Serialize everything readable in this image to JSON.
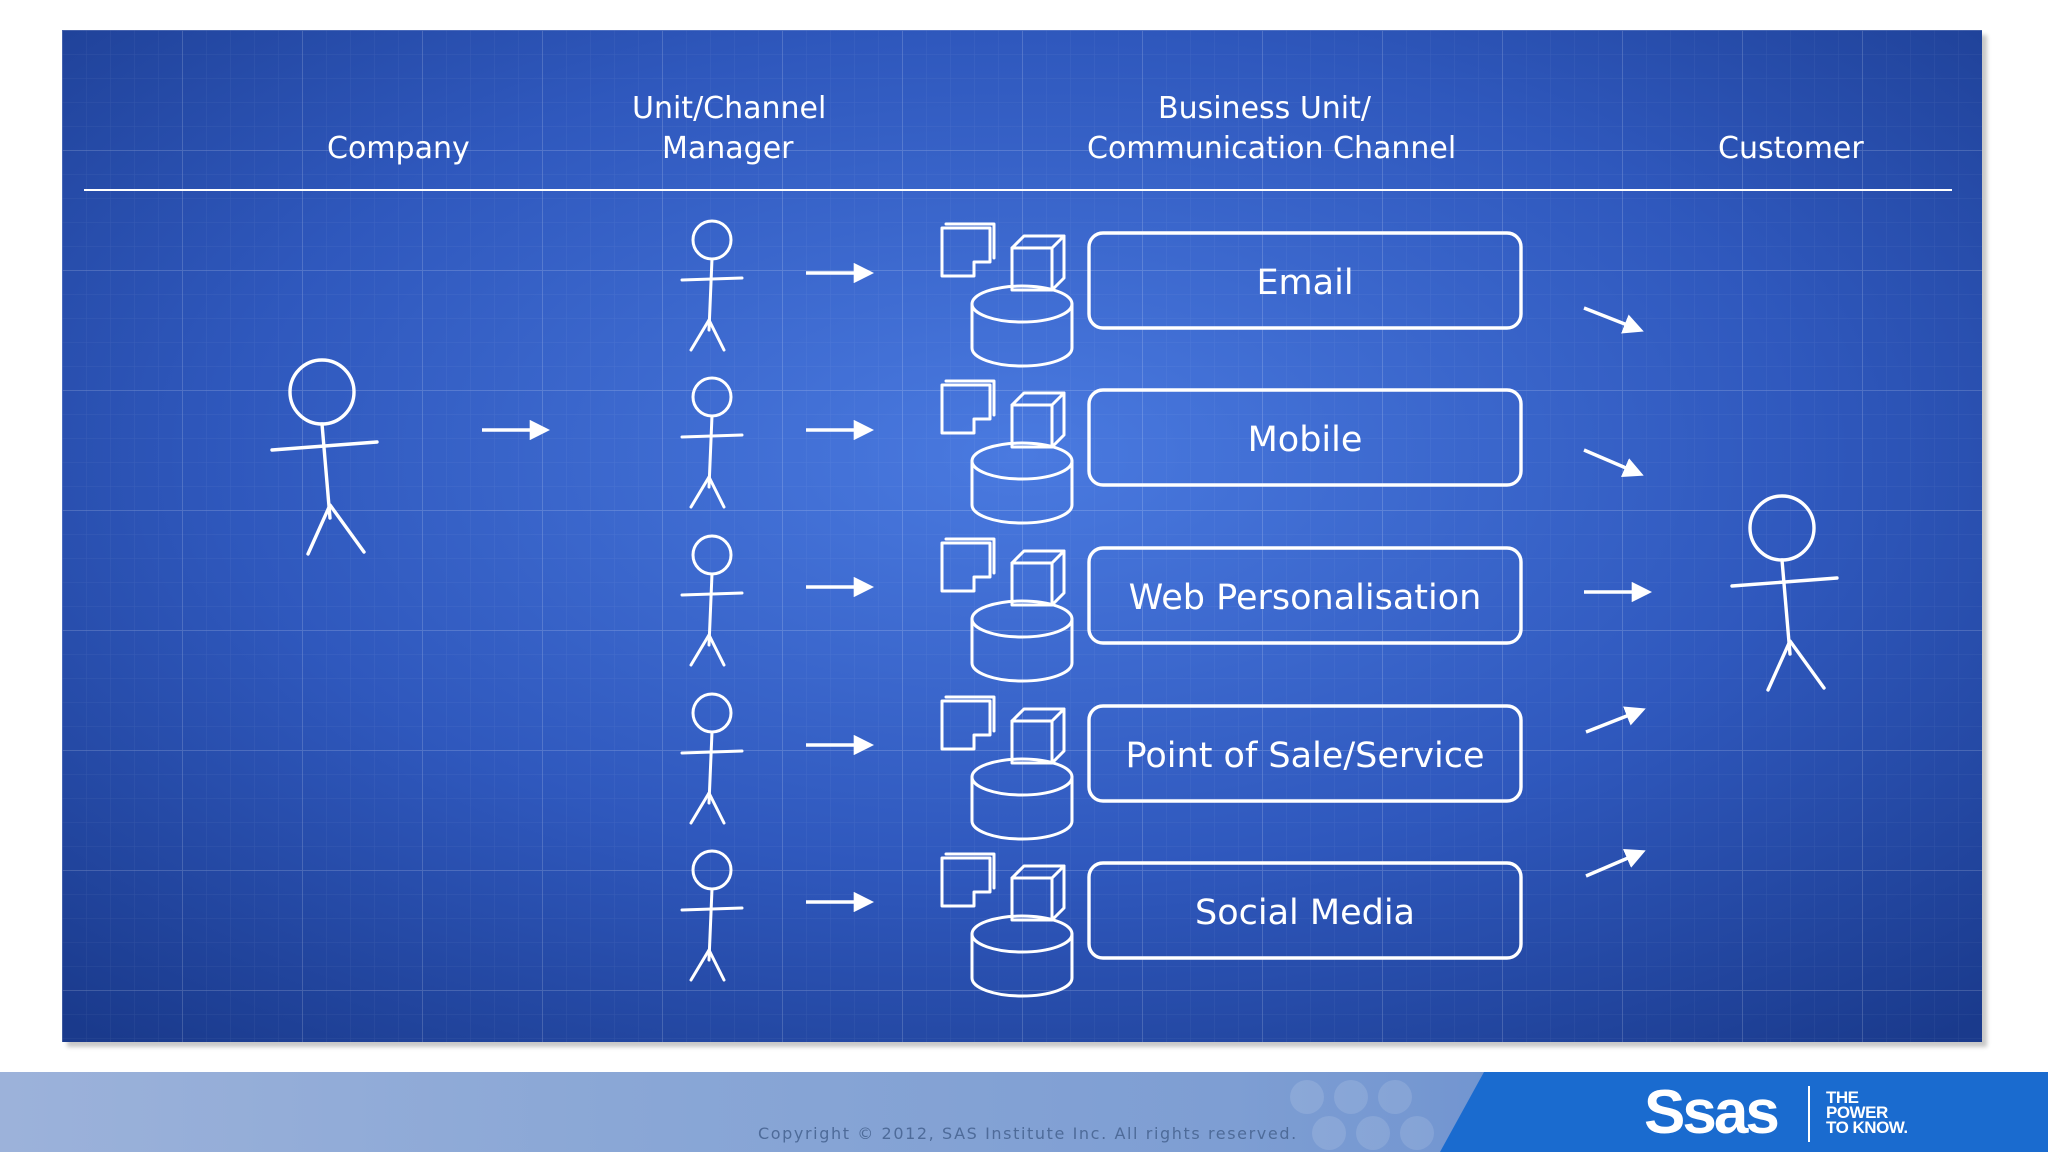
{
  "headers": {
    "company": "Company",
    "manager_line1": "Unit/Channel",
    "manager_line2": "Manager",
    "business_line1": "Business Unit/",
    "business_line2": "Communication Channel",
    "customer": "Customer"
  },
  "channels": [
    {
      "label": "Email"
    },
    {
      "label": "Mobile"
    },
    {
      "label": "Web Personalisation"
    },
    {
      "label": "Point of Sale/Service"
    },
    {
      "label": "Social Media"
    }
  ],
  "footer": {
    "copyright": "Copyright © 2012, SAS Institute Inc. All rights reserved.",
    "brand": "Ssas",
    "tagline_1": "THE",
    "tagline_2": "POWER",
    "tagline_3": "TO KNOW."
  },
  "colors": {
    "blueprint_center": "#3f6ed6",
    "blueprint_edge": "#1a3a8c",
    "line": "#ffffff",
    "footer_blue": "#1a6bcf"
  },
  "icons": {
    "person": "stick-figure-icon",
    "channel": "database-cube-icon",
    "arrow": "arrow-right-icon"
  }
}
